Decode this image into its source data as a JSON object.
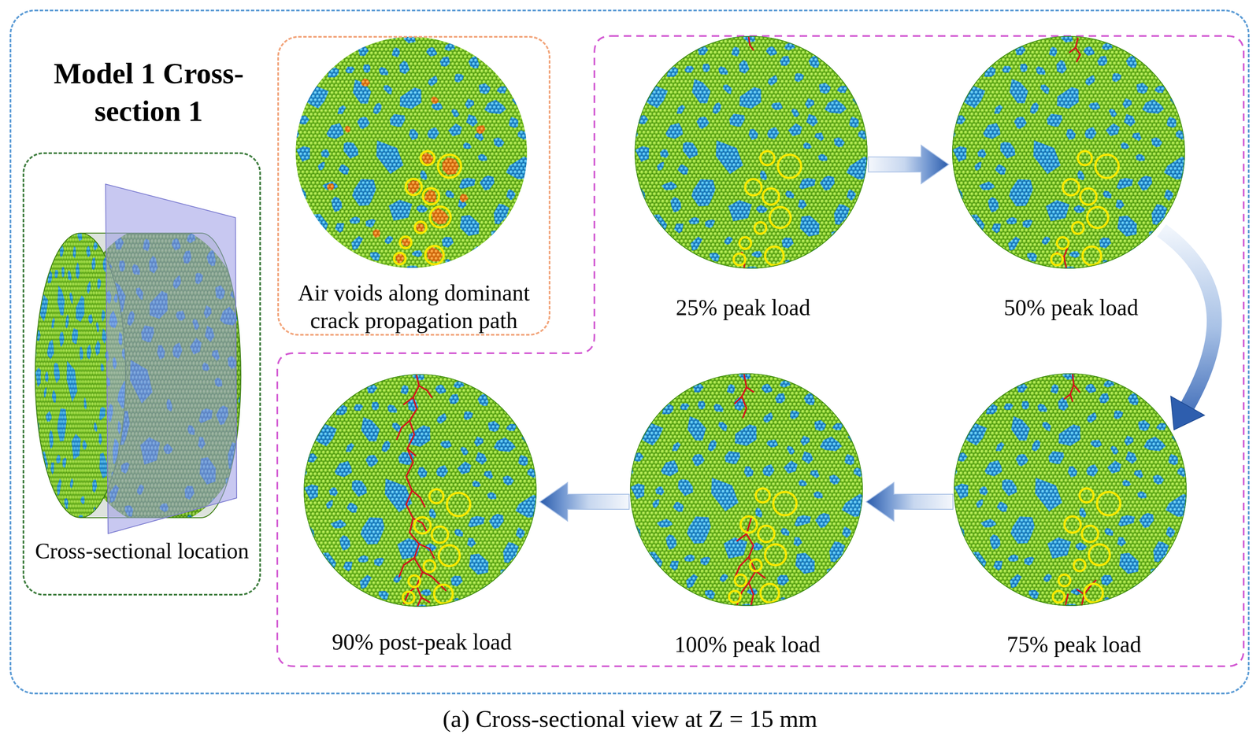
{
  "diagram": {
    "caption": "(a) Cross-sectional view at Z = 15 mm",
    "nodes": [
      {
        "text": [
          "Model 1 Cross-section 1"
        ]
      },
      {
        "text": [
          "Cross-sectional location"
        ],
        "in": 0
      },
      {
        "text": [
          "Air voids along dominant crack propagation path"
        ],
        "in": 0
      },
      {
        "text": [
          "25% peak load"
        ],
        "in": 0
      },
      {
        "text": [
          "50% peak load"
        ],
        "in": 0
      },
      {
        "text": [
          "75% peak load"
        ],
        "in": 0
      },
      {
        "text": [
          "100% peak load"
        ],
        "in": 0
      },
      {
        "text": [
          "90% post-peak load"
        ],
        "in": 0
      }
    ],
    "edges": [
      {
        "from": 3,
        "to": 4,
        "arrow": "to"
      },
      {
        "from": 4,
        "to": 5,
        "arrow": "to"
      },
      {
        "from": 5,
        "to": 6,
        "arrow": "to"
      },
      {
        "from": 6,
        "to": 7,
        "arrow": "to"
      }
    ]
  }
}
